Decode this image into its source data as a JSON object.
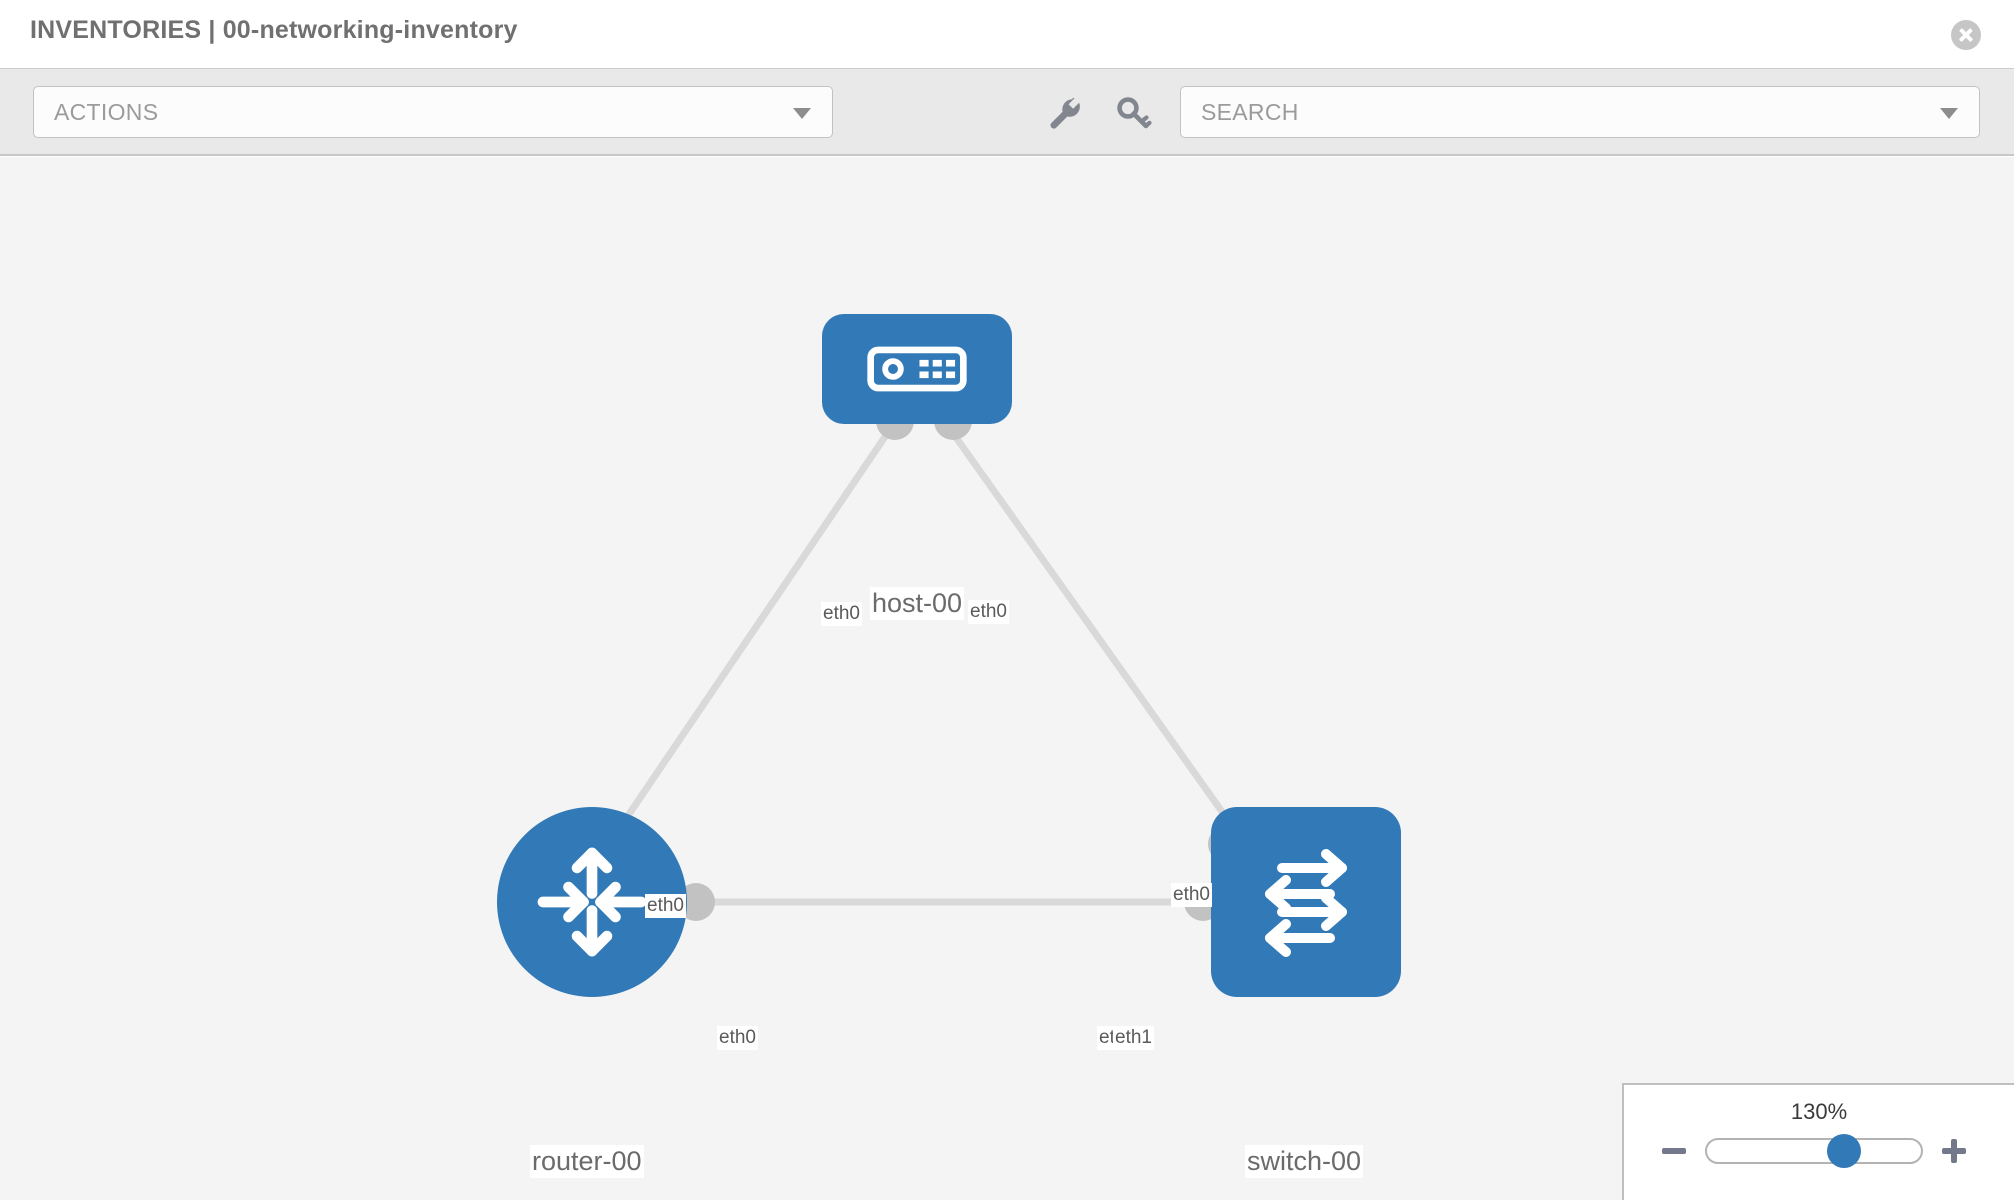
{
  "header": {
    "title": "INVENTORIES | 00-networking-inventory",
    "close_label": "close-icon"
  },
  "toolbar": {
    "actions_value": "ACTIONS",
    "search_placeholder": "SEARCH",
    "wrench_icon": "wrench-icon",
    "key_icon": "key-icon",
    "dropdown_caret": "chevron-down-icon"
  },
  "topology": {
    "nodes": [
      {
        "id": "host",
        "label": "host-00",
        "icon": "server-icon",
        "shape": "rounded-rect",
        "color": "#3279b7"
      },
      {
        "id": "router",
        "label": "router-00",
        "icon": "router-icon",
        "shape": "circle",
        "color": "#3279b7"
      },
      {
        "id": "switch",
        "label": "switch-00",
        "icon": "switch-icon",
        "shape": "rounded-square",
        "color": "#3279b7"
      }
    ],
    "links": [
      {
        "from": "host",
        "to": "router",
        "from_interface": "eth0",
        "to_interface": "eth0"
      },
      {
        "from": "host",
        "to": "switch",
        "from_interface": "eth0",
        "to_interface": "eth0"
      },
      {
        "from": "router",
        "to": "switch",
        "from_interface": "eth0",
        "to_interface_a": "eth",
        "to_interface_b": "eth1"
      }
    ],
    "interface_labels": {
      "host_left": "eth0",
      "host_right": "eth0",
      "router_up": "eth0",
      "switch_up": "eth0",
      "router_right": "eth0",
      "switch_left_a": "eth",
      "switch_left_b": "eth1"
    },
    "edge_color": "#d9d9d9",
    "endpoint_color": "#c2c2c2",
    "canvas_color": "#f4f4f4"
  },
  "zoom_control": {
    "value": "130%",
    "minus_label": "zoom-out",
    "plus_label": "zoom-in",
    "thumb_position_percent": 65
  }
}
